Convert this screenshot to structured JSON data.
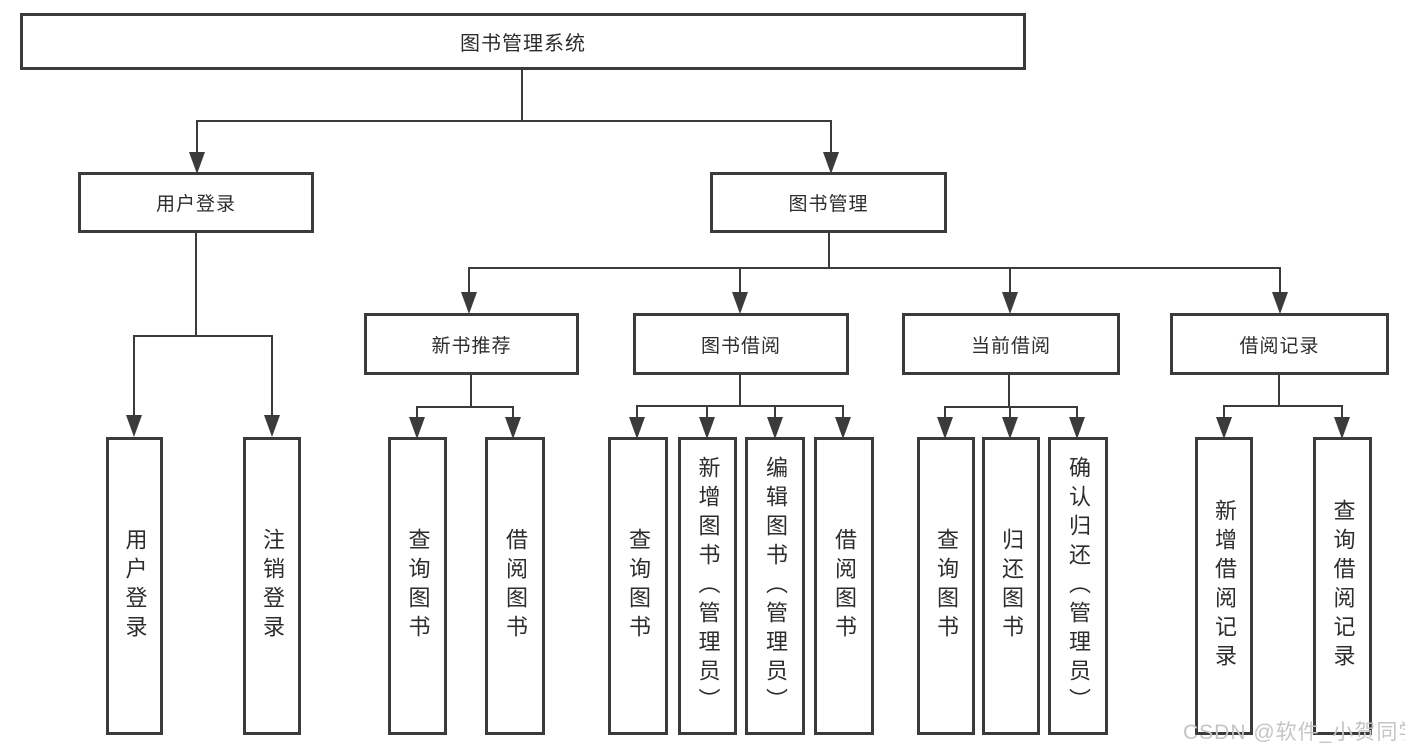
{
  "diagram": {
    "root_label": "图书管理系统",
    "branches": [
      {
        "label": "用户登录",
        "children": [
          {
            "label": "用户登录"
          },
          {
            "label": "注销登录"
          }
        ]
      },
      {
        "label": "图书管理",
        "children": [
          {
            "label": "新书推荐",
            "children": [
              {
                "label": "查询图书"
              },
              {
                "label": "借阅图书"
              }
            ]
          },
          {
            "label": "图书借阅",
            "children": [
              {
                "label": "查询图书"
              },
              {
                "label": "新增图书（管理员）"
              },
              {
                "label": "编辑图书（管理员）"
              },
              {
                "label": "借阅图书"
              }
            ]
          },
          {
            "label": "当前借阅",
            "children": [
              {
                "label": "查询图书"
              },
              {
                "label": "归还图书"
              },
              {
                "label": "确认归还（管理员）"
              }
            ]
          },
          {
            "label": "借阅记录",
            "children": [
              {
                "label": "新增借阅记录"
              },
              {
                "label": "查询借阅记录"
              }
            ]
          }
        ]
      }
    ],
    "watermark": "CSDN @软件_小贺同学",
    "colors": {
      "line": "#3b3b3b",
      "box_border": "#3b3b3b",
      "text": "#2d2d2d",
      "background": "#ffffff",
      "watermark": "#c9c4c4"
    }
  }
}
